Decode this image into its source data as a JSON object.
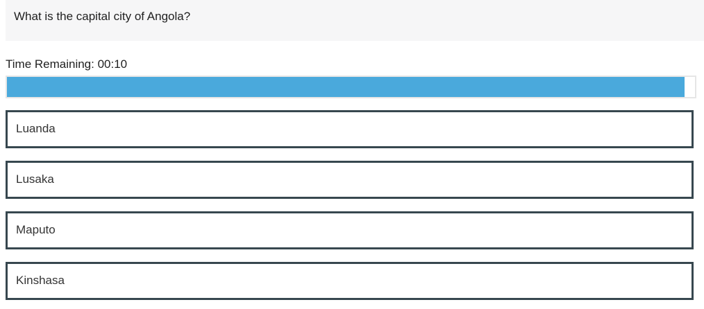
{
  "question": {
    "text": "What is the capital city of Angola?"
  },
  "timer": {
    "label": "Time Remaining: 00:10",
    "progress_fraction": 0.985,
    "bar_color": "#4aa9dc"
  },
  "options": [
    {
      "label": "Luanda"
    },
    {
      "label": "Lusaka"
    },
    {
      "label": "Maputo"
    },
    {
      "label": "Kinshasa"
    }
  ],
  "colors": {
    "question_background": "#f6f6f7",
    "option_border": "#37474f"
  }
}
